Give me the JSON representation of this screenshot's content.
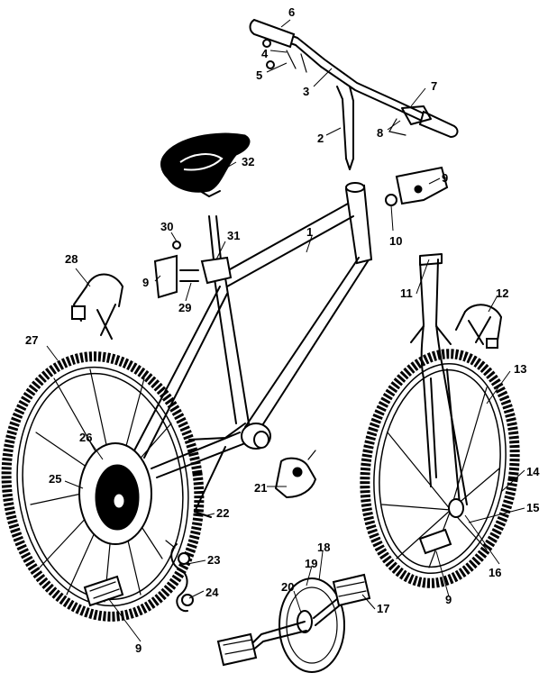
{
  "diagram": {
    "callouts": [
      {
        "id": "c1",
        "text": "1"
      },
      {
        "id": "c2",
        "text": "2"
      },
      {
        "id": "c3",
        "text": "3"
      },
      {
        "id": "c4",
        "text": "4"
      },
      {
        "id": "c5",
        "text": "5"
      },
      {
        "id": "c6",
        "text": "6"
      },
      {
        "id": "c7",
        "text": "7"
      },
      {
        "id": "c8",
        "text": "8"
      },
      {
        "id": "c9a",
        "text": "9"
      },
      {
        "id": "c9b",
        "text": "9"
      },
      {
        "id": "c9c",
        "text": "9"
      },
      {
        "id": "c9d",
        "text": "9"
      },
      {
        "id": "c10",
        "text": "10"
      },
      {
        "id": "c11",
        "text": "11"
      },
      {
        "id": "c12",
        "text": "12"
      },
      {
        "id": "c13",
        "text": "13"
      },
      {
        "id": "c14",
        "text": "14"
      },
      {
        "id": "c15",
        "text": "15"
      },
      {
        "id": "c16",
        "text": "16"
      },
      {
        "id": "c17",
        "text": "17"
      },
      {
        "id": "c18",
        "text": "18"
      },
      {
        "id": "c19",
        "text": "19"
      },
      {
        "id": "c20",
        "text": "20"
      },
      {
        "id": "c21",
        "text": "21"
      },
      {
        "id": "c22",
        "text": "22"
      },
      {
        "id": "c23",
        "text": "23"
      },
      {
        "id": "c24",
        "text": "24"
      },
      {
        "id": "c25",
        "text": "25"
      },
      {
        "id": "c26",
        "text": "26"
      },
      {
        "id": "c27",
        "text": "27"
      },
      {
        "id": "c28",
        "text": "28"
      },
      {
        "id": "c29",
        "text": "29"
      },
      {
        "id": "c30",
        "text": "30"
      },
      {
        "id": "c31",
        "text": "31"
      },
      {
        "id": "c32",
        "text": "32"
      }
    ]
  }
}
